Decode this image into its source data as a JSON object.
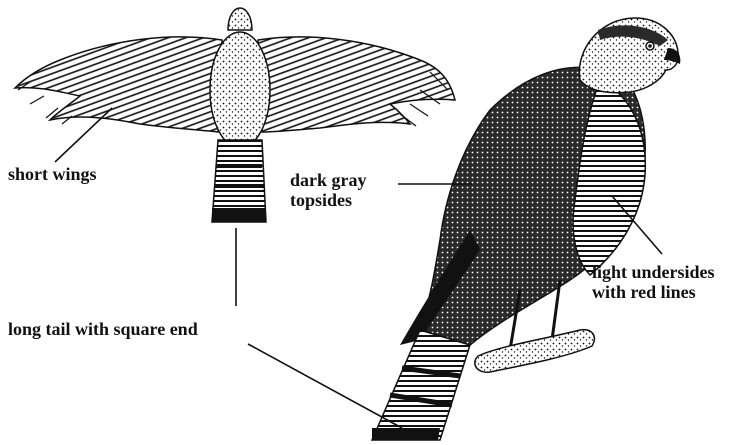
{
  "labels": {
    "short_wings": "short wings",
    "dark_gray_topsides_line1": "dark gray",
    "dark_gray_topsides_line2": "topsides",
    "light_undersides_line1": "light undersides",
    "light_undersides_line2": "with red lines",
    "long_tail": "long tail with square end"
  },
  "colors": {
    "ink": "#111111",
    "background": "#ffffff"
  }
}
